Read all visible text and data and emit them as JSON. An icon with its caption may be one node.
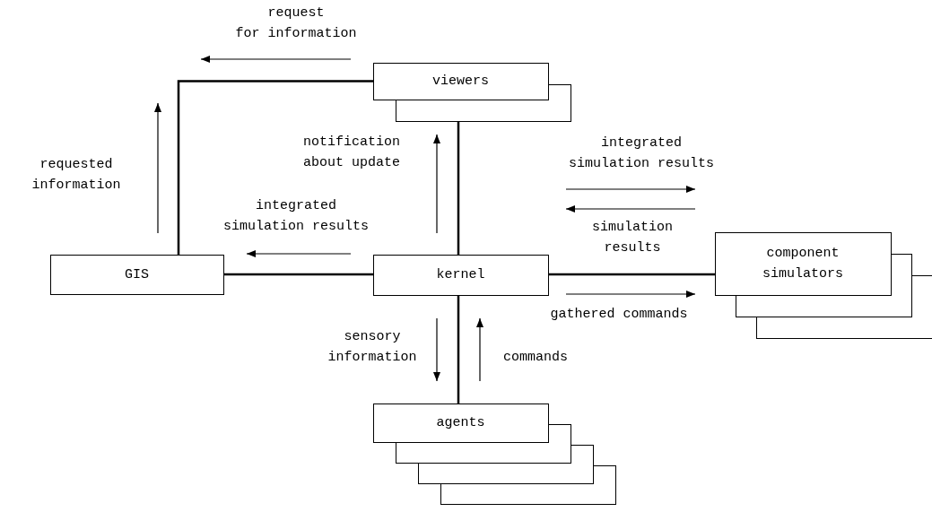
{
  "diagram": {
    "nodes": [
      {
        "text": [
          "viewers"
        ]
      },
      {
        "text": [
          "GIS"
        ]
      },
      {
        "text": [
          "kernel"
        ]
      },
      {
        "text": [
          "component simulators"
        ]
      },
      {
        "text": [
          "agents"
        ]
      }
    ],
    "edges": [
      {
        "from": 1,
        "to": 0,
        "arrow": "none"
      },
      {
        "from": 0,
        "to": 2,
        "arrow": "none"
      },
      {
        "from": 1,
        "to": 2,
        "arrow": "none"
      },
      {
        "from": 2,
        "to": 3,
        "arrow": "none"
      },
      {
        "from": 2,
        "to": 4,
        "arrow": "none"
      }
    ],
    "labels": [
      "request for information",
      "requested information",
      "notification about update",
      "integrated simulation results",
      "integrated simulation results",
      "simulation results",
      "gathered commands",
      "sensory information",
      "commands"
    ]
  }
}
